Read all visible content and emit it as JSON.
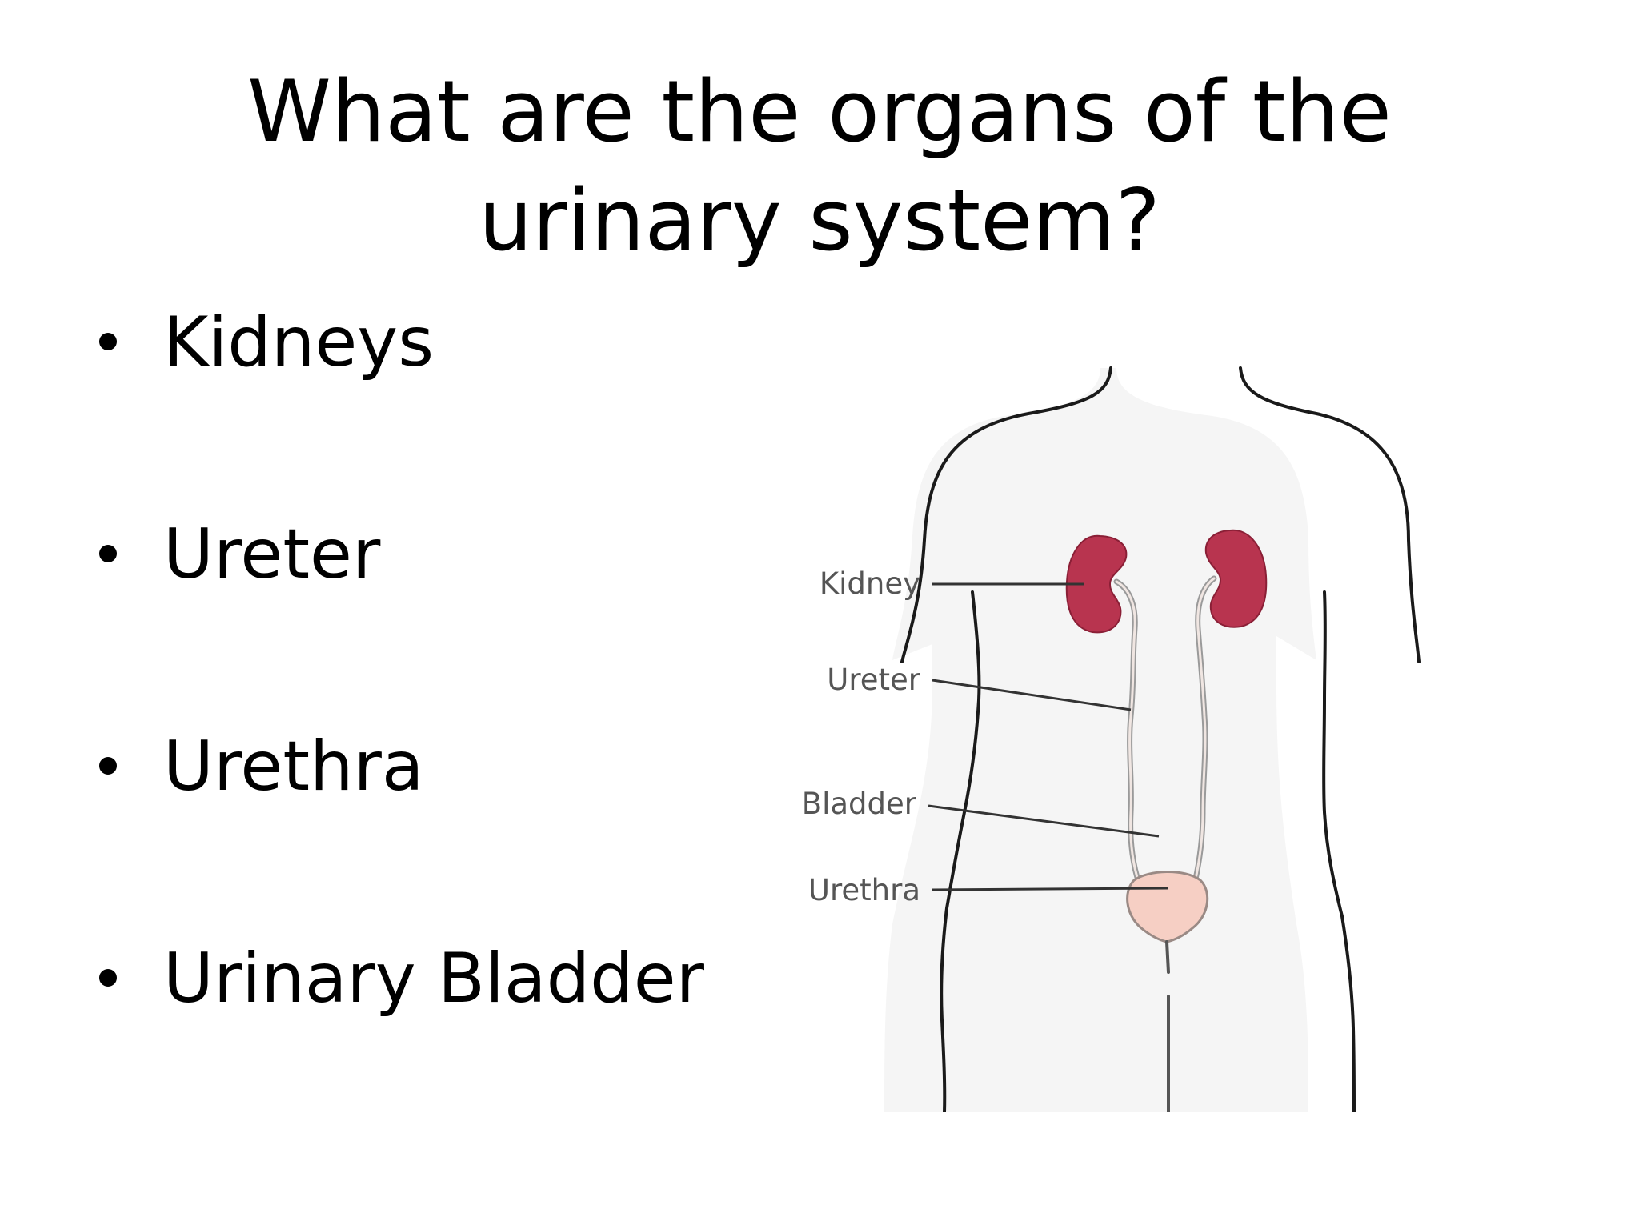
{
  "slide": {
    "title": "What are the organs of the urinary system?",
    "bullets": [
      "Kidneys",
      "Ureter",
      "Urethra",
      "Urinary Bladder"
    ]
  },
  "diagram": {
    "labels": {
      "kidney": "Kidney",
      "ureter": "Ureter",
      "bladder": "Bladder",
      "urethra": "Urethra"
    },
    "colors": {
      "kidney": "#b8344f",
      "bladder": "#f6cfc4",
      "outline": "#1a1a1a",
      "label": "#555555"
    }
  }
}
